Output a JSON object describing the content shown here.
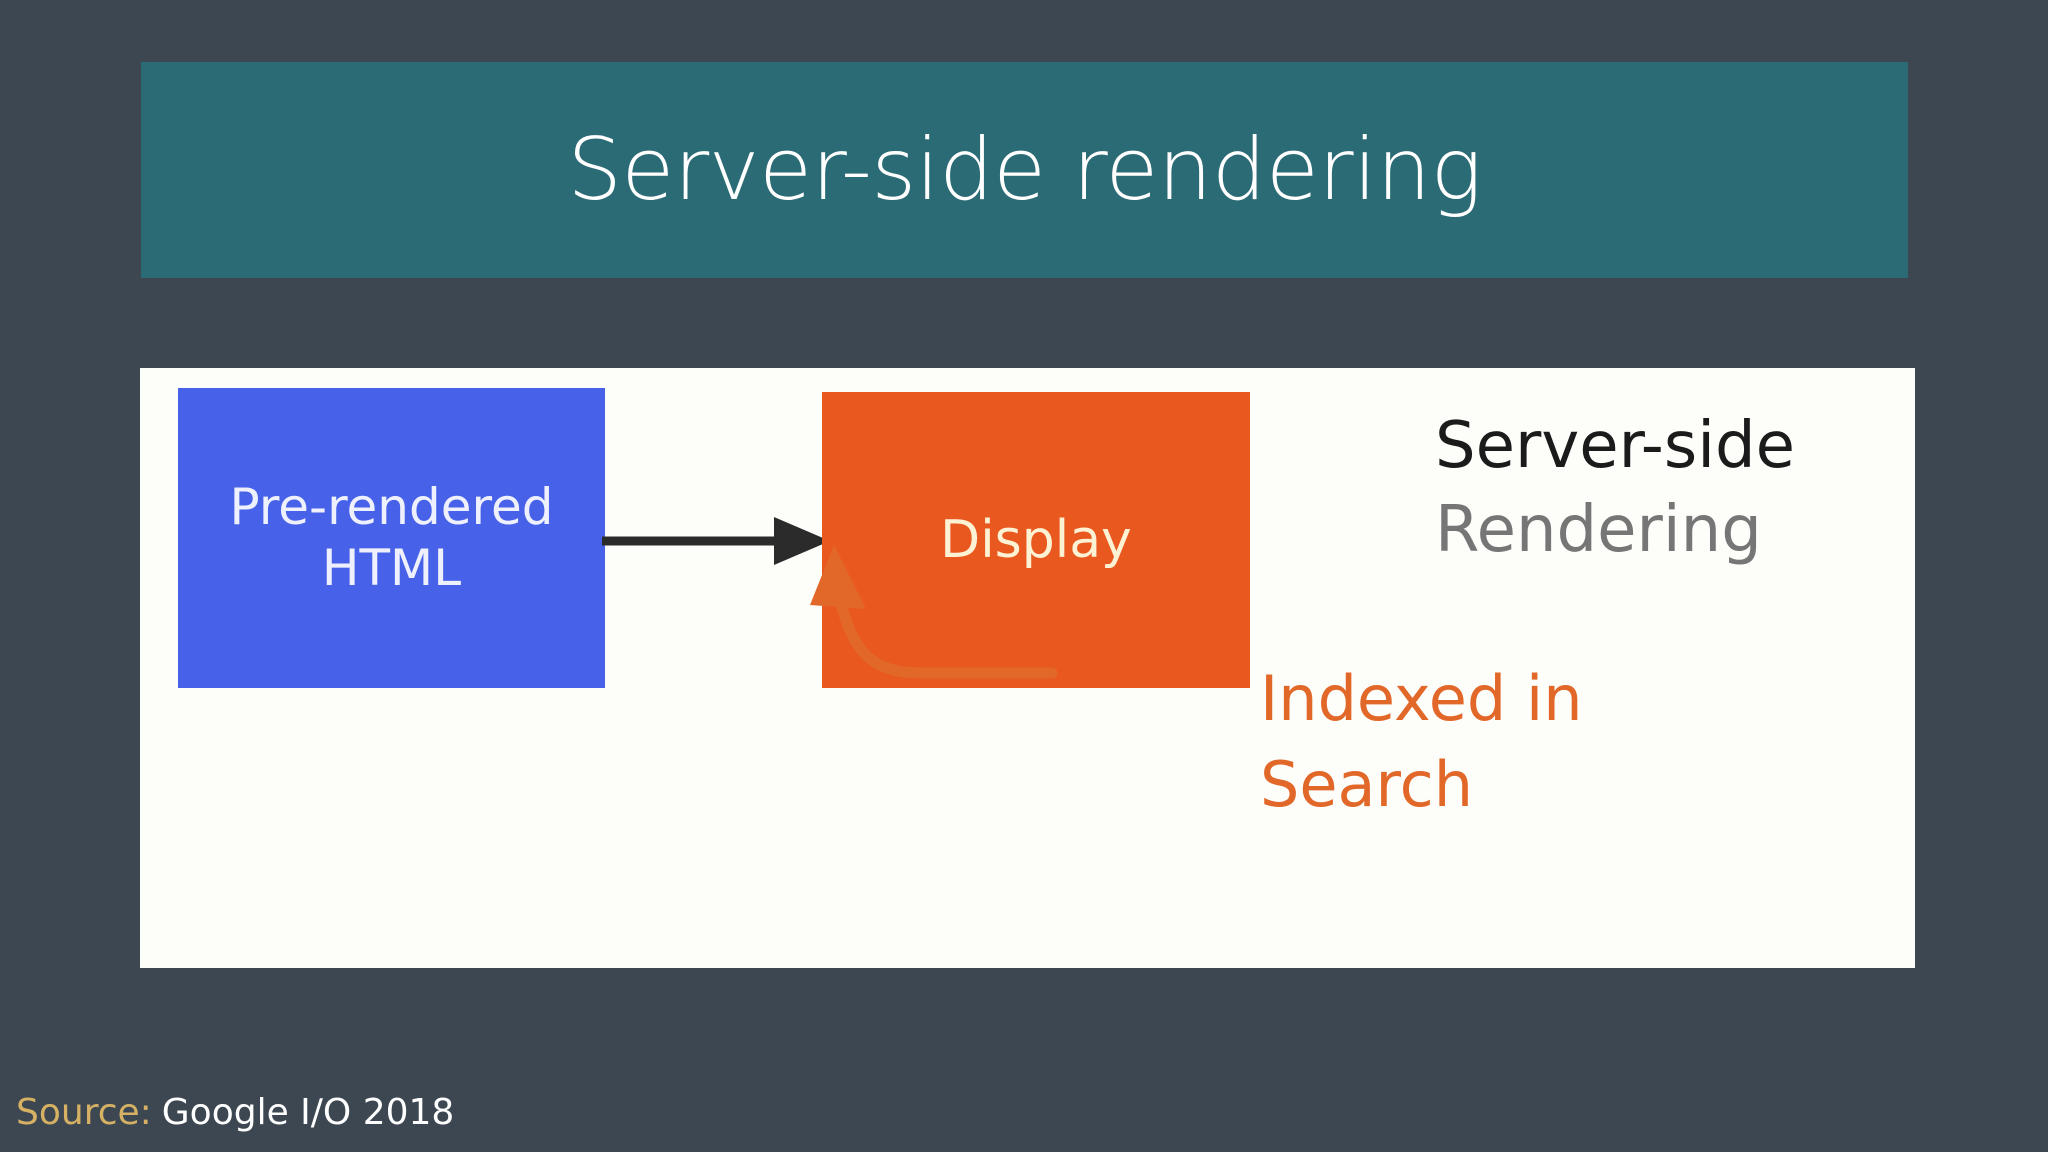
{
  "slide": {
    "background_color": "#3c4752"
  },
  "header": {
    "title": "Server-side rendering",
    "banner_color": "#2b6b75",
    "title_color": "#ffffff"
  },
  "diagram": {
    "panel_background": "#fdfdfa",
    "nodes": [
      {
        "id": "prerendered-html",
        "lines": [
          "Pre-rendered",
          "HTML"
        ],
        "fill_color": "#4761e8",
        "text_color": "#eef1fd"
      },
      {
        "id": "display",
        "label": "Display",
        "fill_color": "#e8581f",
        "text_color": "#fdf2d4"
      }
    ],
    "connectors": [
      {
        "id": "flow-arrow",
        "from": "prerendered-html",
        "to": "display",
        "style": "straight",
        "color": "#2b2b2b"
      },
      {
        "id": "indexed-arrow",
        "to": "display",
        "style": "curved",
        "color": "#e2682a"
      }
    ],
    "heading": {
      "line1": "Server-side",
      "line2": "Rendering",
      "line1_color": "#1b1b1b",
      "line2_color": "#767676"
    },
    "caption": {
      "line1": "Indexed in",
      "line2": "Search",
      "color": "#e2682a"
    }
  },
  "footer": {
    "source_label": "Source:",
    "source_value": "Google I/O 2018",
    "label_color": "#d6b164",
    "value_color": "#ffffff"
  }
}
